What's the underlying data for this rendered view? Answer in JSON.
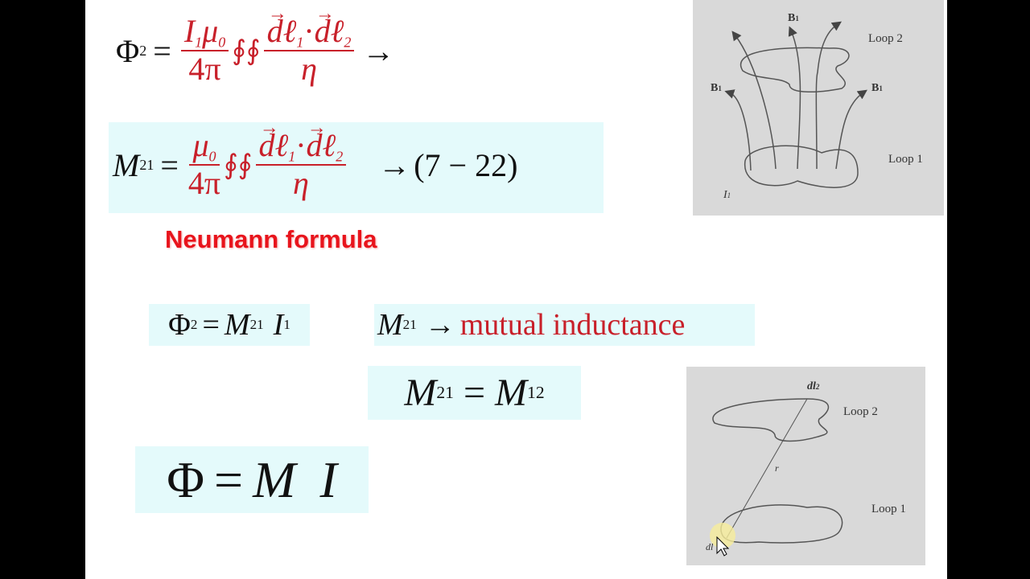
{
  "equations": {
    "flux_integral": {
      "lhs": "Φ",
      "lhs_sub": "2",
      "eq": "=",
      "num": "I",
      "num_sub": "1",
      "mu": "μ",
      "mu_sub": "0",
      "den": "4π",
      "integrals": "∮∮",
      "dl": "dℓ",
      "dl1_sub": "1",
      "dot": "·",
      "dl2_sub": "2",
      "eta": "η",
      "arrow": "→"
    },
    "neumann": {
      "lhs": "M",
      "lhs_sub": "21",
      "eq": "=",
      "mu": "μ",
      "mu_sub": "0",
      "den": "4π",
      "integrals": "∮∮",
      "dl": "dℓ",
      "dl1_sub": "1",
      "dot": "·",
      "dl2_sub": "2",
      "eta": "η",
      "arrow": "→",
      "ref": "(7 − 22)"
    },
    "neumann_label": "Neumann formula",
    "flux_mutual": {
      "phi": "Φ",
      "phi_sub": "2",
      "eq": "=",
      "m": "M",
      "m_sub": "21",
      "i": "I",
      "i_sub": "1"
    },
    "mutual_def": {
      "m": "M",
      "m_sub": "21",
      "arrow": "→",
      "text": "mutual inductance"
    },
    "symmetry": {
      "m1": "M",
      "m1_sub": "21",
      "eq": "=",
      "m2": "M",
      "m2_sub": "12"
    },
    "general": {
      "phi": "Φ",
      "eq": "=",
      "m": "M",
      "i": "I"
    }
  },
  "figures": {
    "top": {
      "b_label": "B",
      "b_sub": "1",
      "loop2": "Loop 2",
      "loop1": "Loop 1",
      "current": "I",
      "current_sub": "1"
    },
    "bottom": {
      "dl2": "dl",
      "dl2_sub": "2",
      "loop2": "Loop 2",
      "loop1": "Loop 1",
      "r": "r",
      "dl1": "dl"
    }
  },
  "colors": {
    "accent_red": "#c8202a",
    "box_bg": "#e4fafb",
    "figure_bg": "#d9d9d9"
  }
}
